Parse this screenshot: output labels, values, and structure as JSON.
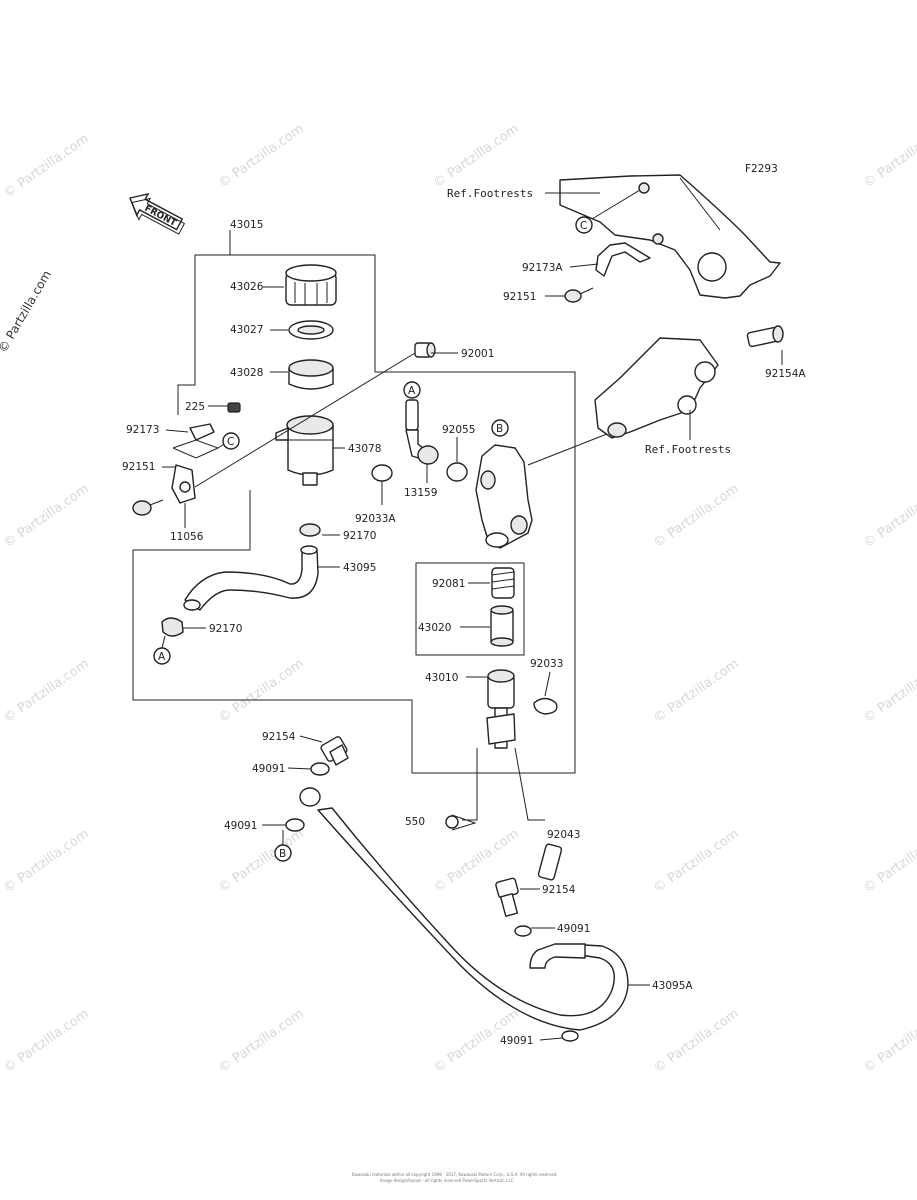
{
  "diagram_code": "F2293",
  "front_label": "FRONT",
  "watermark": "© Partzilla.com",
  "callouts": {
    "A": "A",
    "B": "B",
    "C": "C"
  },
  "refs": {
    "ref_footrests_top": "Ref.Footrests",
    "ref_footrests_right": "Ref.Footrests"
  },
  "parts": {
    "p43015": "43015",
    "p43026": "43026",
    "p43027": "43027",
    "p43028": "43028",
    "p92001": "92001",
    "p225": "225",
    "p92173": "92173",
    "p92151_left": "92151",
    "p11056": "11056",
    "p43078": "43078",
    "p92170_top": "92170",
    "p43095": "43095",
    "p92170_bottom": "92170",
    "p92055": "92055",
    "p13159": "13159",
    "p92033A": "92033A",
    "p92081": "92081",
    "p43020": "43020",
    "p43010": "43010",
    "p92033": "92033",
    "p550": "550",
    "p92043": "92043",
    "p92154_left": "92154",
    "p49091_a": "49091",
    "p49091_b": "49091",
    "p92154_mid": "92154",
    "p49091_c": "49091",
    "p43095A": "43095A",
    "p49091_d": "49091",
    "p92173A": "92173A",
    "p92151_top": "92151",
    "p92154A": "92154A"
  },
  "footer": {
    "line1": "Kawasaki materials within all copyright 1998 - 2017, Kawasaki Motors Corp., U.S.A. All rights reserved.",
    "line2": "Image design/layout - all rights reserved PowerSports Vertical, LLC."
  }
}
